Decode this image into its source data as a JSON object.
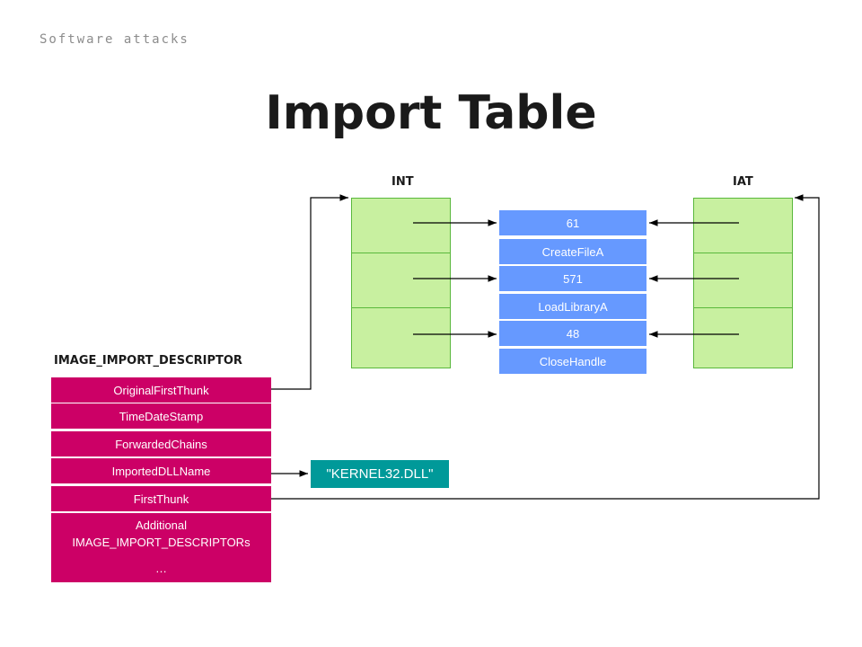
{
  "header": {
    "tag": "Software attacks",
    "title": "Import Table"
  },
  "columns": {
    "int_label": "INT",
    "iat_label": "IAT"
  },
  "name_table": {
    "entries": [
      "61",
      "CreateFileA",
      "571",
      "LoadLibraryA",
      "48",
      "CloseHandle"
    ]
  },
  "descriptor": {
    "title": "IMAGE_IMPORT_DESCRIPTOR",
    "fields": [
      "OriginalFirstThunk",
      "TimeDateStamp",
      "ForwardedChains",
      "ImportedDLLName",
      "FirstThunk"
    ],
    "additional": {
      "line1": "Additional",
      "line2": "IMAGE_IMPORT_DESCRIPTORs",
      "line3": "…"
    }
  },
  "dll_name": "\"KERNEL32.DLL\"",
  "colors": {
    "green_fill": "#c8f0a0",
    "green_border": "#5ab83c",
    "blue": "#6699ff",
    "magenta": "#cc0066",
    "teal": "#009999"
  }
}
